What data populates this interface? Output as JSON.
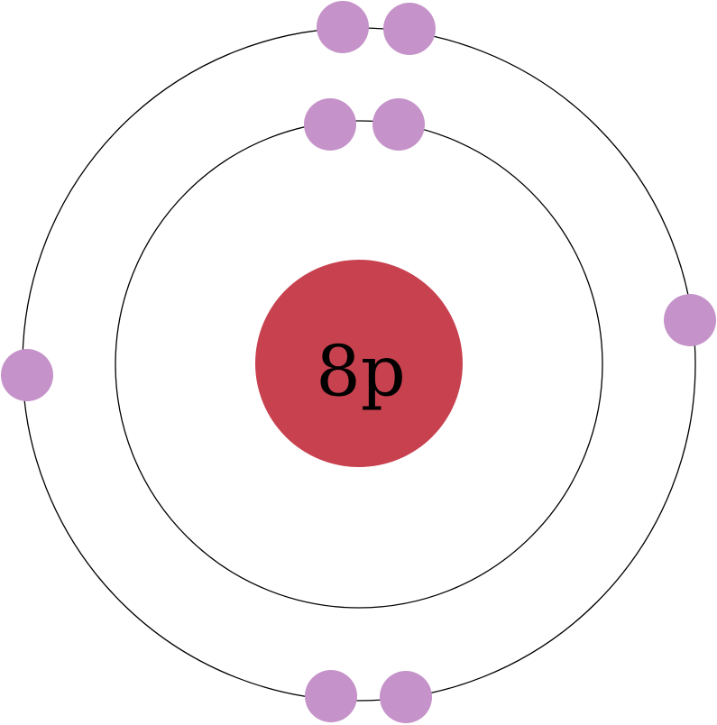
{
  "nucleus": {
    "label": "8p",
    "color": "#c8414f"
  },
  "electron_color": "#c593c9",
  "shell_color": "#000000",
  "shells": [
    {
      "electron_count": 2
    },
    {
      "electron_count": 6
    }
  ]
}
